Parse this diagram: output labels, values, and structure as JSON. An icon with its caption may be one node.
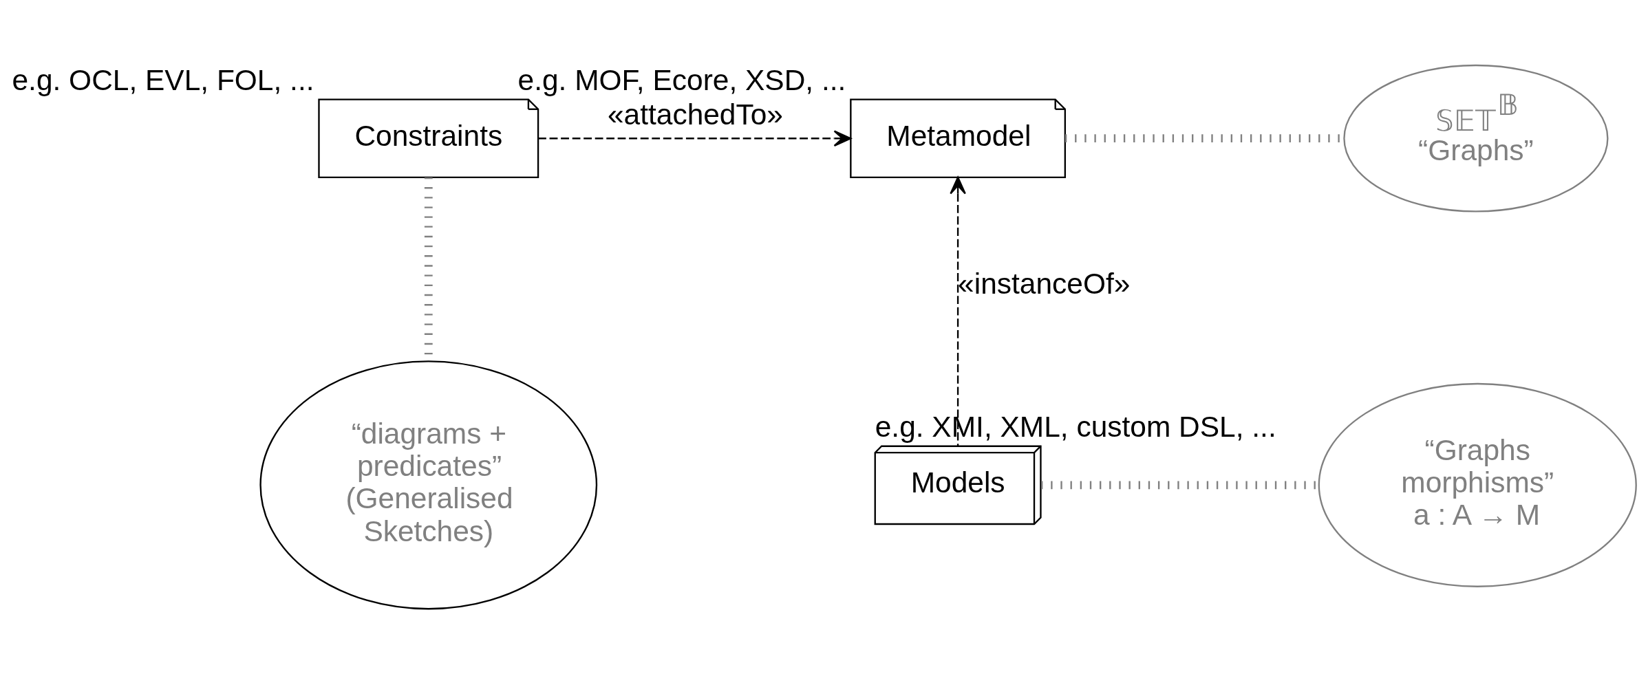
{
  "diagram": {
    "nodes": [
      {
        "text": [
          "Constraints"
        ],
        "beside": [
          "e.g. OCL, EVL, FOL, ..."
        ]
      },
      {
        "text": [
          "Metamodel"
        ],
        "beside": [
          "e.g. MOF, Ecore, XSD, ..."
        ]
      },
      {
        "text": [
          "𝕊𝔼𝕋$^{𝔹}$",
          "“Graphs”"
        ]
      },
      {
        "text": [
          "“Graphs morphisms”",
          "a : A → M"
        ]
      },
      {
        "text": [
          "Models"
        ],
        "beside": [
          "e.g. XMI, XML, custom DSL, ..."
        ]
      },
      {
        "text": [
          "“diagrams + predicates” (Generalised Sketches)"
        ]
      }
    ],
    "edges": [
      {
        "from": 0,
        "to": 1,
        "arrow": "to",
        "label": "«attachedTo»",
        "style": "dashed",
        "color": "#000000"
      },
      {
        "from": 1,
        "to": 2,
        "arrow": "none"
      },
      {
        "from": 4,
        "to": 1,
        "arrow": "to",
        "label": "«instanceOf»",
        "style": "dashed",
        "color": "#000000"
      },
      {
        "from": 4,
        "to": 3,
        "arrow": "none"
      },
      {
        "from": 0,
        "to": 5,
        "arrow": "none"
      }
    ]
  }
}
